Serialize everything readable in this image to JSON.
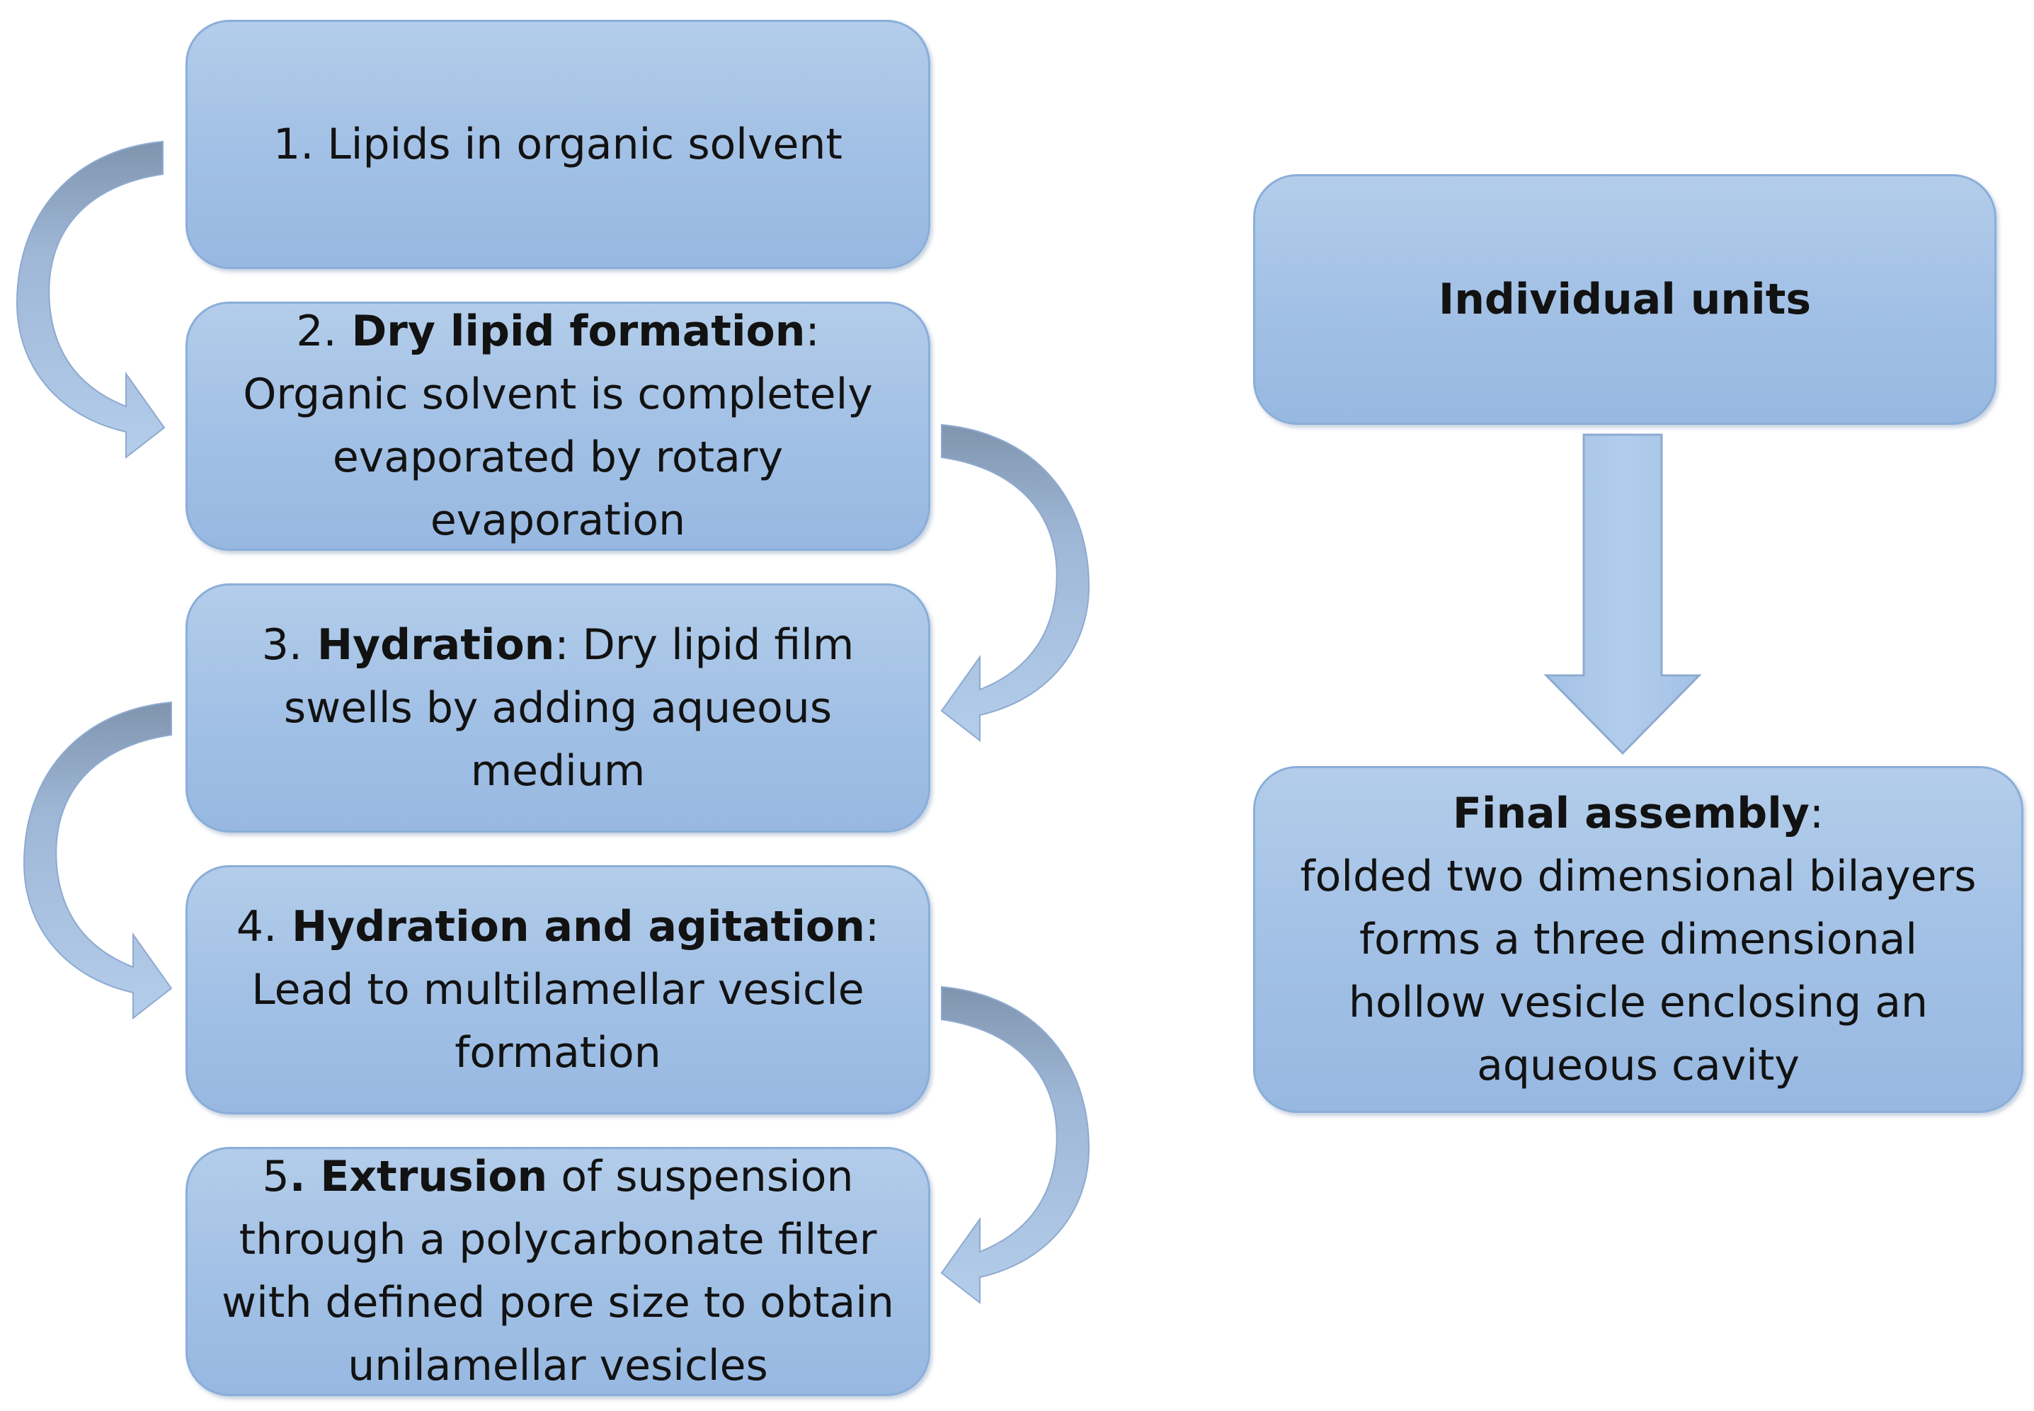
{
  "steps": [
    {
      "number": "1.",
      "bold": "",
      "rest": " Lipids in organic solvent"
    },
    {
      "number": "2.",
      "bold": " Dry lipid formation",
      "rest": ": Organic solvent is completely evaporated by rotary evaporation"
    },
    {
      "number": "3.",
      "bold": " Hydration",
      "rest": ": Dry lipid film swells by adding aqueous medium"
    },
    {
      "number": "4.",
      "bold": " Hydration and agitation",
      "rest": ": Lead to multilamellar vesicle formation"
    },
    {
      "number": "5",
      "bold": ". Extrusion",
      "rest": " of suspension through a polycarbonate filter with defined pore size to obtain unilamellar vesicles"
    }
  ],
  "right": {
    "top_label": "Individual units",
    "bottom_bold": "Final assembly",
    "bottom_colon": ":",
    "bottom_text": "folded two dimensional bilayers forms a three dimensional hollow vesicle enclosing an aqueous cavity"
  },
  "colors": {
    "box_fill_top": "#b3cdea",
    "box_fill_bottom": "#97b8e1",
    "box_border": "#8aaed9",
    "arrow_fill": "#a9c5e8",
    "arrow_dark": "#7d92ad"
  }
}
